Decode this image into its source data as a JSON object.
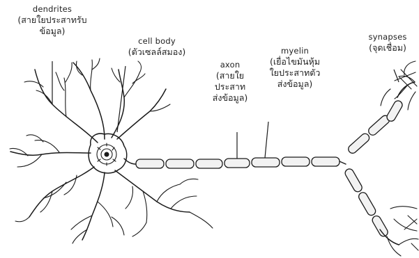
{
  "labels": {
    "dendrites": {
      "en": "dendrites",
      "th1": "(สายใยประสาทรับ",
      "th2": "ข้อมูล)"
    },
    "cell_body": {
      "en": "cell body",
      "th1": "(ตัวเซลล์สมอง)"
    },
    "axon": {
      "en": "axon",
      "th1": "(สายใย",
      "th2": "ประสาท",
      "th3": "ส่งข้อมูล)"
    },
    "myelin": {
      "en": "myelin",
      "th1": "(เยื่อไขมันหุ้ม",
      "th2": "ใยประสาทตัว",
      "th3": "ส่งข้อมูล)"
    },
    "synapses": {
      "en": "synapses",
      "th1": "(จุดเชื่อม)"
    }
  }
}
